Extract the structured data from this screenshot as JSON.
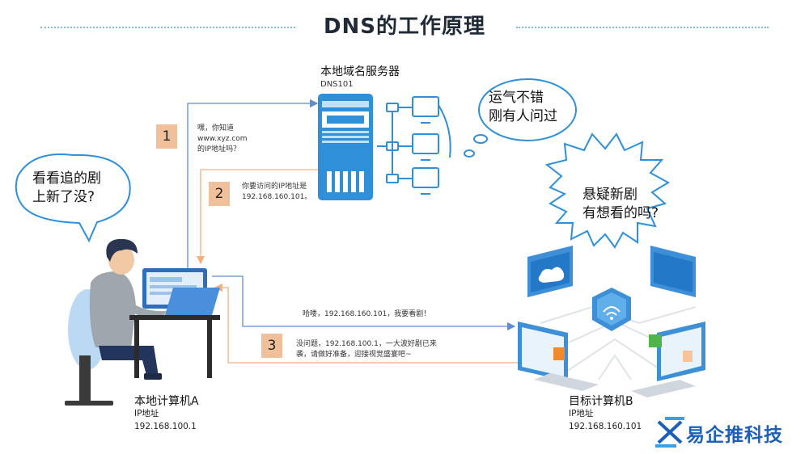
{
  "title": "DNS的工作原理",
  "steps": [
    {
      "num": "1",
      "text": [
        "嘿，你知道",
        "www.xyz.com",
        "的IP地址吗？"
      ]
    },
    {
      "num": "2",
      "text": [
        "你要访问的IP地址是",
        "192.168.160.101。"
      ]
    },
    {
      "num": "3",
      "text": [
        "没问题，192.168.100.1，一大波好剧已来",
        "袭，请做好准备，迎接视觉盛宴吧~"
      ]
    }
  ],
  "request_message": "哈喽，192.168.160.101，我要看剧！",
  "server": {
    "title": "本地域名服务器",
    "subtitle": "DNS101",
    "bubble": [
      "运气不错",
      "刚有人问过"
    ]
  },
  "computer_a": {
    "title": "本地计算机A",
    "ip_label": "IP地址",
    "ip": "192.168.100.1",
    "bubble": [
      "看看追的剧",
      "上新了没?"
    ]
  },
  "computer_b": {
    "title": "目标计算机B",
    "ip_label": "IP地址",
    "ip": "192.168.160.101",
    "bubble": [
      "悬疑新剧",
      "有想看的吗?"
    ]
  },
  "brand": "易企推科技",
  "colors": {
    "blue_arrow": "#5b8fcf",
    "orange_arrow": "#f0b184",
    "badge": "#f0c09a",
    "server": "#2f8fd8"
  }
}
